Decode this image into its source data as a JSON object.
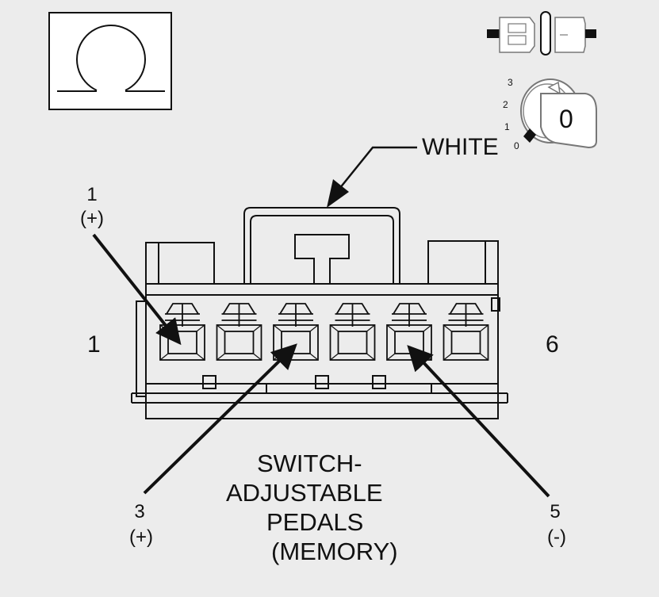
{
  "meter_symbol": "ohm-icon",
  "ignition": {
    "positions": [
      "3",
      "2",
      "1",
      "0"
    ],
    "key_position": "0"
  },
  "connector": {
    "color_label": "WHITE",
    "left_end_number": "1",
    "right_end_number": "6",
    "title_lines": [
      "SWITCH-",
      "ADJUSTABLE",
      "PEDALS",
      "(MEMORY)"
    ]
  },
  "pins": [
    {
      "number": "1",
      "polarity": "(+)"
    },
    {
      "number": "3",
      "polarity": "(+)"
    },
    {
      "number": "5",
      "polarity": "(-)"
    }
  ],
  "colors": {
    "line": "#111111",
    "background": "#ececec",
    "fill": "#ffffff"
  }
}
